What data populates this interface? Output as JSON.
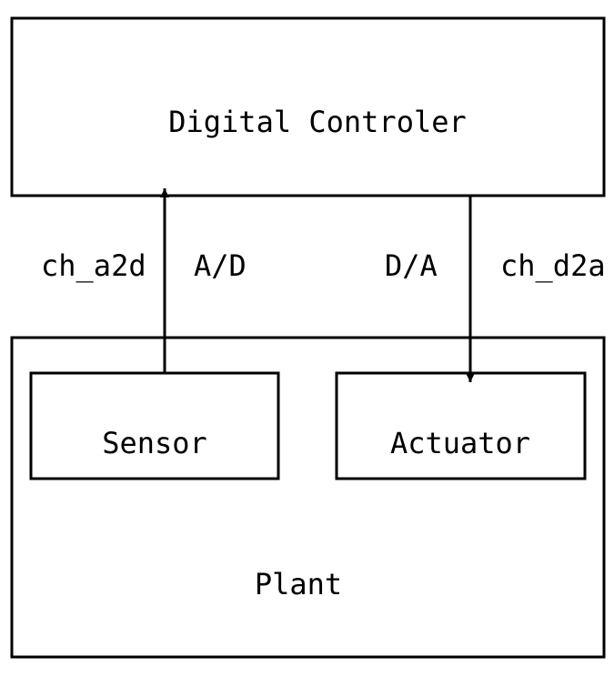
{
  "diagram": {
    "controller": {
      "label": "Digital Controler"
    },
    "plant": {
      "label": "Plant"
    },
    "sensor": {
      "label": "Sensor"
    },
    "actuator": {
      "label": "Actuator"
    },
    "a2d_channel": {
      "name": "ch_a2d",
      "converter": "A/D"
    },
    "d2a_channel": {
      "name": "ch_d2a",
      "converter": "D/A"
    }
  },
  "colors": {
    "stroke": "#000000",
    "background": "#ffffff"
  }
}
